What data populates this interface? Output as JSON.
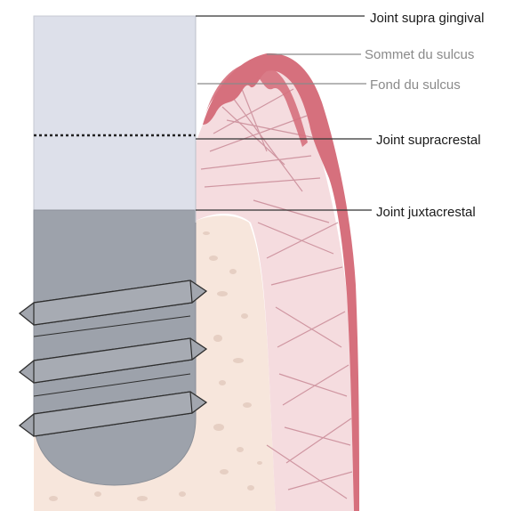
{
  "diagram": {
    "labels": {
      "joint_supra_gingival": "Joint supra gingival",
      "sommet_du_sulcus": "Sommet du sulcus",
      "fond_du_sulcus": "Fond du sulcus",
      "joint_supracrestal": "Joint supracrestal",
      "joint_juxtacrestal": "Joint juxtacrestal"
    },
    "colors": {
      "gingiva": "#d6707d",
      "connective_tissue": "#f5dcdf",
      "collagen_fibers": "#c98a97",
      "bone": "#f7e6dc",
      "bone_spots": "#e6cfc3",
      "abutment_upper": "#dde0ea",
      "implant_body": "#9da2ab",
      "implant_threads": "#8c9098",
      "leader_line_dark": "#333333",
      "leader_line_grey": "#8a8a8a"
    }
  }
}
